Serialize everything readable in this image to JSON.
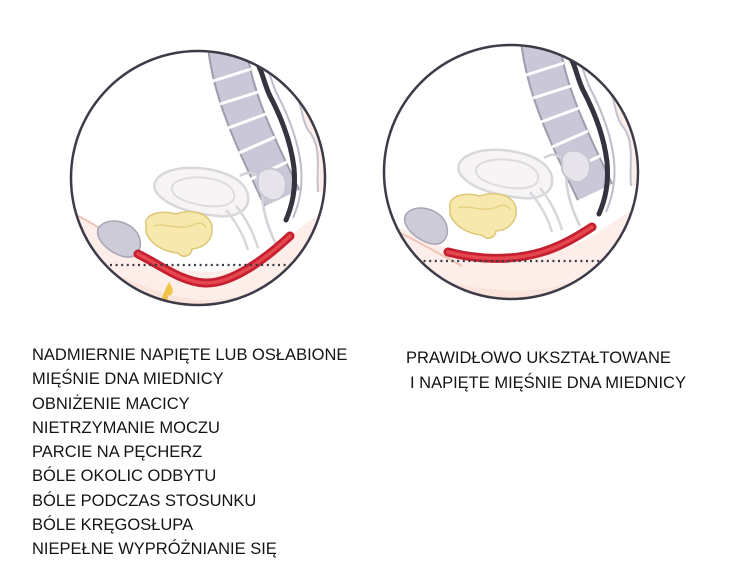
{
  "left_caption": {
    "lines": [
      "NADMIERNIE NAPIĘTE LUB OSŁABIONE",
      "MIĘŚNIE DNA MIEDNICY",
      "OBNIŻENIE MACICY",
      "NIETRZYMANIE MOCZU",
      "PARCIE NA PĘCHERZ",
      "BÓLE OKOLIC ODBYTU",
      "BÓLE PODCZAS STOSUNKU",
      "BÓLE KRĘGOSŁUPA",
      "NIEPEŁNE WYPRÓŻNIANIE SIĘ"
    ]
  },
  "right_caption": {
    "lines": [
      "PRAWIDŁOWO UKSZTAŁTOWANE",
      "I NAPIĘTE MIĘŚNIE DNA MIEDNICY"
    ]
  },
  "colors": {
    "muscle": "#c51f30",
    "muscle_highlight": "#e6474f",
    "bladder": "#f7e8ad",
    "urine_drops": "#f1c447",
    "skin": "#fdeee9",
    "spine": "#cac8d8",
    "outline": "#3d3b48"
  }
}
